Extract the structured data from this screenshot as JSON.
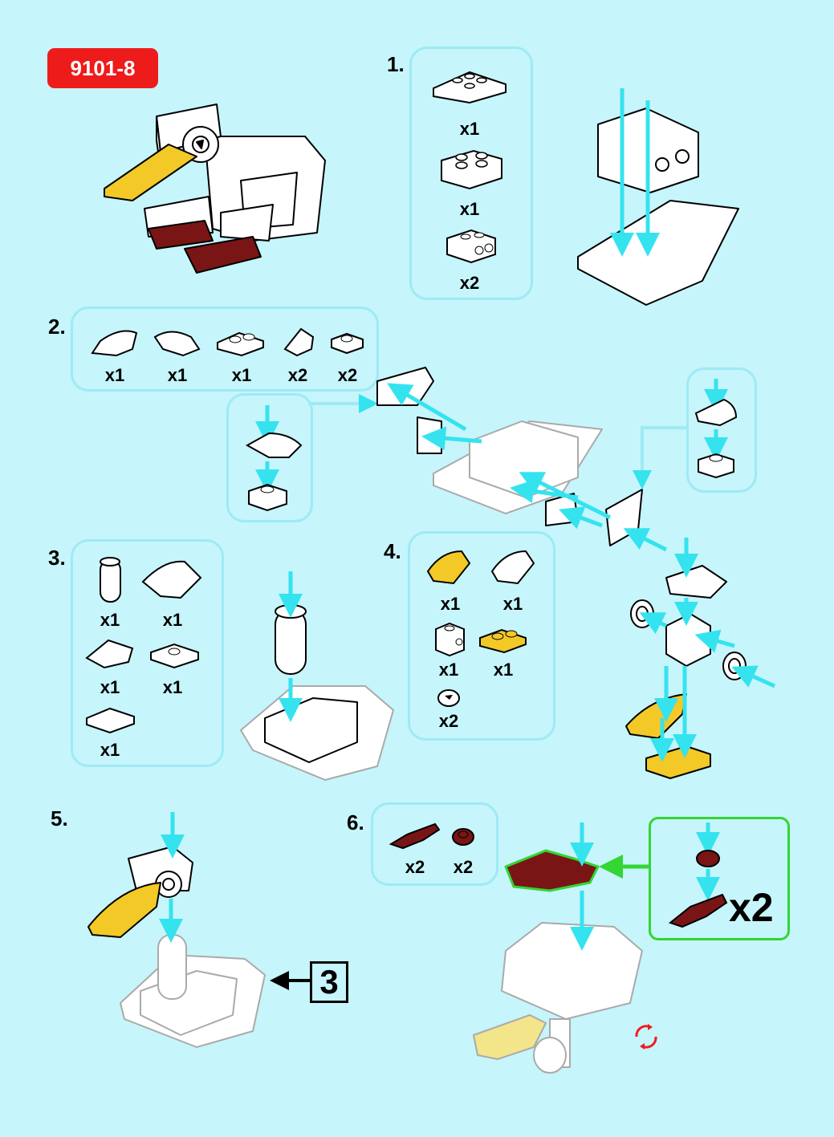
{
  "model_code": "9101-8",
  "steps": [
    {
      "number": "1.",
      "parts": [
        {
          "qty": "x1"
        },
        {
          "qty": "x1"
        },
        {
          "qty": "x2"
        }
      ]
    },
    {
      "number": "2.",
      "parts": [
        {
          "qty": "x1"
        },
        {
          "qty": "x1"
        },
        {
          "qty": "x1"
        },
        {
          "qty": "x2"
        },
        {
          "qty": "x2"
        }
      ]
    },
    {
      "number": "3.",
      "parts": [
        {
          "qty": "x1"
        },
        {
          "qty": "x1"
        },
        {
          "qty": "x1"
        },
        {
          "qty": "x1"
        },
        {
          "qty": "x1"
        }
      ]
    },
    {
      "number": "4.",
      "parts": [
        {
          "qty": "x1"
        },
        {
          "qty": "x1"
        },
        {
          "qty": "x1"
        },
        {
          "qty": "x1"
        },
        {
          "qty": "x2"
        }
      ]
    },
    {
      "number": "5.",
      "reference_step": "3"
    },
    {
      "number": "6.",
      "parts": [
        {
          "qty": "x2"
        },
        {
          "qty": "x2"
        }
      ],
      "subassembly_multiplier": "x2"
    }
  ],
  "colors": {
    "background": "#c6f5fb",
    "badge": "#ee1b1b",
    "arrow": "#35e3ef",
    "panel_border": "#9eeaf5",
    "yellow_part": "#f3c928",
    "dark_red_part": "#7a1515",
    "green_callout": "#33d633"
  }
}
